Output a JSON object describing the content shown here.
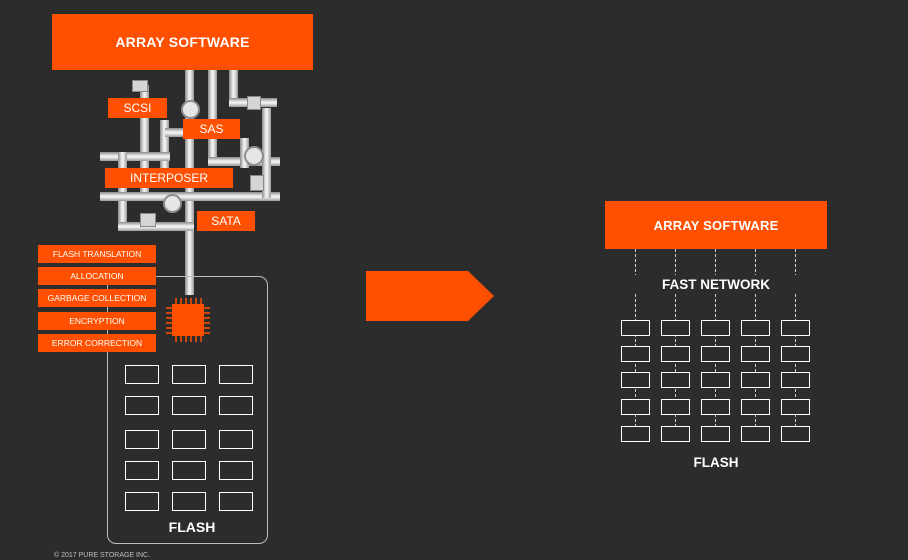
{
  "left": {
    "title": "ARRAY SOFTWARE",
    "protocols": {
      "scsi": "SCSI",
      "sas": "SAS",
      "interposer": "INTERPOSER",
      "sata": "SATA"
    },
    "functions": [
      "FLASH TRANSLATION",
      "ALLOCATION",
      "GARBAGE COLLECTION",
      "ENCRYPTION",
      "ERROR CORRECTION"
    ],
    "flash_label": "FLASH"
  },
  "right": {
    "title": "ARRAY SOFTWARE",
    "network_label": "FAST NETWORK",
    "flash_label": "FLASH"
  },
  "footer": {
    "copyright": "© 2017 PURE STORAGE INC."
  },
  "colors": {
    "accent": "#fe5000",
    "background": "#2c2c2c",
    "line": "#ffffff"
  },
  "icons": {
    "chip": "controller-chip-icon",
    "arrow": "right-arrow-icon"
  }
}
